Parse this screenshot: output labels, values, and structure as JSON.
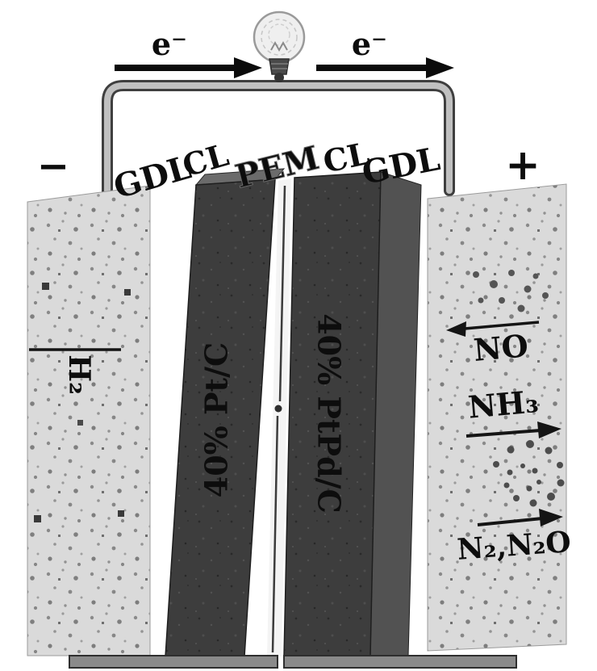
{
  "circuit": {
    "electron_left": "e⁻",
    "electron_right": "e⁻",
    "terminal_negative": "−",
    "terminal_positive": "+"
  },
  "layers": {
    "gdl_left_label": "GDL",
    "cl_left_label": "CL",
    "pem_label": "PEM",
    "cl_right_label": "CL",
    "gdl_right_label": "GDL",
    "anode_catalyst": "40% Pt/C",
    "cathode_catalyst": "40% PtPd/C"
  },
  "gases": {
    "anode_inlet": "H₂",
    "cathode_inlet": "NO",
    "cathode_outlet_primary": "NH₃",
    "cathode_outlet_secondary": "N₂,N₂O"
  },
  "colors": {
    "catalyst_slab": "#3d3d3d",
    "gdl_block": "#dadada",
    "wire": "#c0c0c0",
    "ink": "#0b0b0b"
  }
}
